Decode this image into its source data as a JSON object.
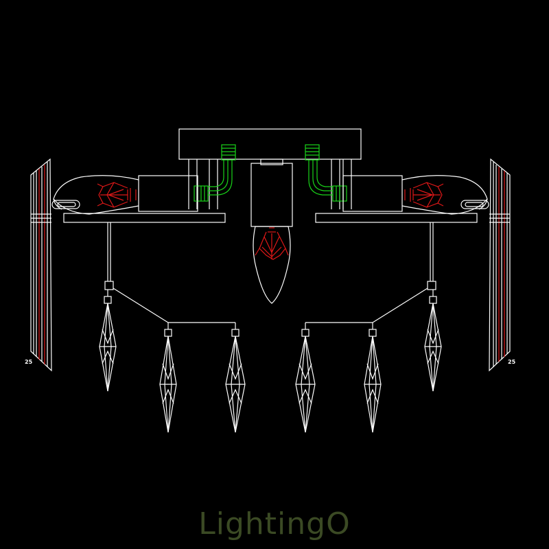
{
  "drawing": {
    "dimension_left": "25",
    "dimension_right": "25",
    "colors": {
      "outline": "#ffffff",
      "connector": "#19d419",
      "bulb": "#e01818",
      "background": "#000000"
    }
  },
  "watermark": {
    "text": "LightingO",
    "color": "#3b4a24"
  }
}
